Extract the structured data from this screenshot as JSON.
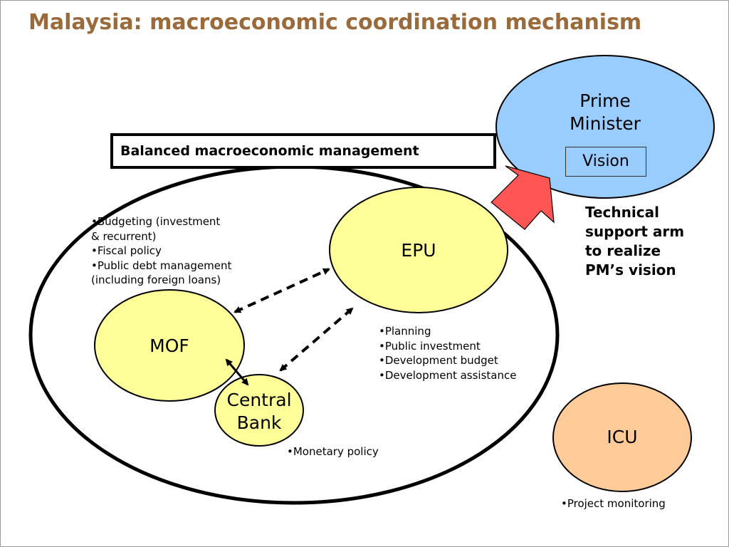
{
  "title": "Malaysia: macroeconomic coordination mechanism",
  "banner": "Balanced macroeconomic management",
  "prime_minister": {
    "label_line1": "Prime",
    "label_line2": "Minister",
    "vision": "Vision"
  },
  "technical_support": [
    "Technical",
    "support arm",
    "to realize",
    "PM’s vision"
  ],
  "epu": {
    "label": "EPU",
    "functions": [
      "•Planning",
      "•Public investment",
      "•Development budget",
      "•Development assistance"
    ]
  },
  "mof": {
    "label": "MOF",
    "functions": [
      "•Budgeting (investment",
      "& recurrent)",
      "•Fiscal policy",
      "•Public debt management",
      "(including foreign loans)"
    ]
  },
  "central_bank": {
    "label_line1": "Central",
    "label_line2": "Bank",
    "functions": [
      "•Monetary policy"
    ]
  },
  "icu": {
    "label": "ICU",
    "functions": [
      "•Project monitoring"
    ]
  },
  "colors": {
    "title": "#9b6a3a",
    "prime_minister_fill": "#99ccff",
    "agency_fill": "#ffff99",
    "icu_fill": "#ffcc99",
    "arrow_fill": "#ff5555"
  }
}
